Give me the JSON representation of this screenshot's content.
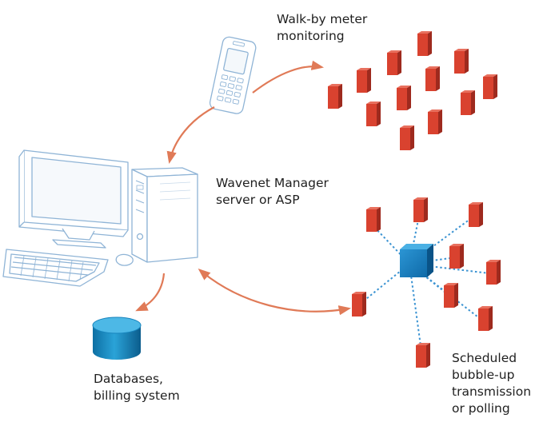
{
  "labels": {
    "walkby": [
      "Walk-by meter",
      "monitoring"
    ],
    "server": [
      "Wavenet Manager",
      "server or ASP"
    ],
    "databases": [
      "Databases,",
      "billing system"
    ],
    "scheduled": [
      "Scheduled",
      "bubble-up",
      "transmission",
      "or polling"
    ]
  },
  "colors": {
    "arrow": "#e07a57",
    "meter_front": "#d9422f",
    "meter_side": "#9e2a1e",
    "meter_top": "#e8705e",
    "hub": "#1a7fc0",
    "dotted_link": "#3b93d2",
    "outline": "#8fb4d6"
  },
  "icons": [
    "computer-icon",
    "mobile-phone-icon",
    "database-icon",
    "network-hub-icon",
    "meter-icon"
  ]
}
